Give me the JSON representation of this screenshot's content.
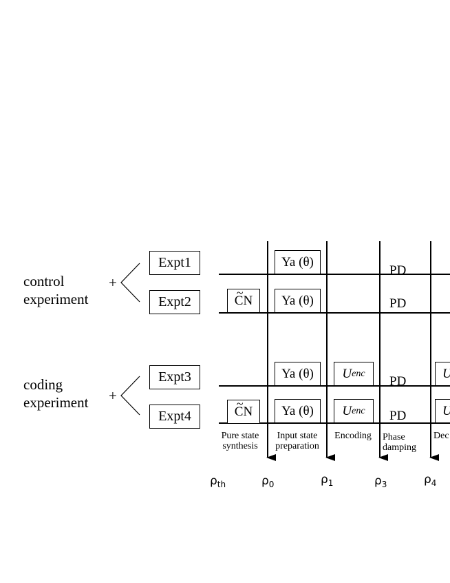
{
  "groups": {
    "control": {
      "line1": "control",
      "line2": "experiment",
      "plus": "+"
    },
    "coding": {
      "line1": "coding",
      "line2": "experiment",
      "plus": "+"
    }
  },
  "experiments": [
    "Expt1",
    "Expt2",
    "Expt3",
    "Expt4"
  ],
  "gates": {
    "cn": "CN",
    "cn_tilde": "~",
    "ya": "Ya (θ)",
    "uenc_main": "U",
    "uenc_sub": "enc",
    "pd": "PD",
    "u_cut": "U"
  },
  "stages": [
    {
      "line1": "Pure state",
      "line2": "synthesis"
    },
    {
      "line1": "Input state",
      "line2": "preparation"
    },
    {
      "line1": "Encoding",
      "line2": ""
    },
    {
      "line1": "Phase",
      "line2": "damping"
    },
    {
      "line1": "Dec",
      "line2": ""
    }
  ],
  "rhos": [
    {
      "base": "ρ",
      "sub": "th"
    },
    {
      "base": "ρ",
      "sub": "0"
    },
    {
      "base": "ρ",
      "sub": "1"
    },
    {
      "base": "ρ",
      "sub": "3"
    },
    {
      "base": "ρ",
      "sub": "4"
    }
  ]
}
